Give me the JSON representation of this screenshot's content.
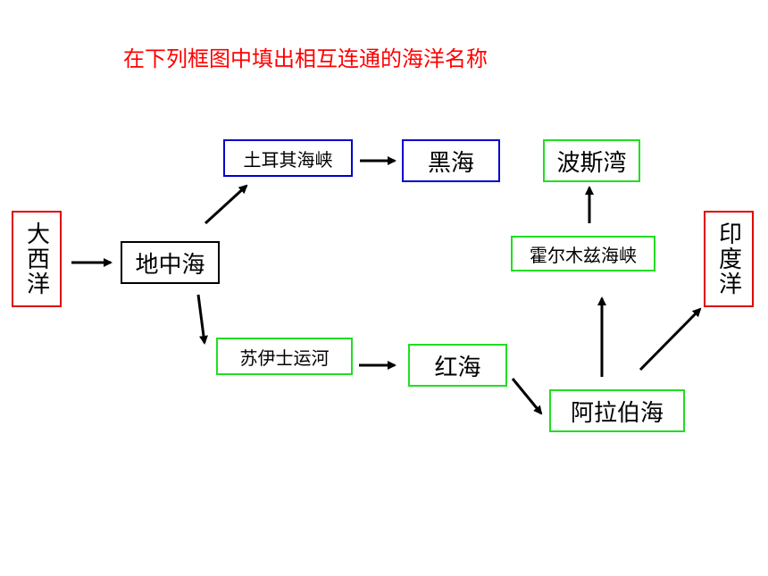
{
  "title": "在下列框图中填出相互连通的海洋名称",
  "nodes": {
    "atlantic": "大西洋",
    "mediterranean": "地中海",
    "turkish_straits": "土耳其海峡",
    "black_sea": "黑海",
    "suez_canal": "苏伊士运河",
    "red_sea": "红海",
    "arabian_sea": "阿拉伯海",
    "hormuz_strait": "霍尔木兹海峡",
    "persian_gulf": "波斯湾",
    "indian_ocean": "印度洋"
  },
  "colors": {
    "title": "#ff0000",
    "blue_border": "#0000cc",
    "green_border": "#22dd22",
    "red_border": "#e00000",
    "black_border": "#000000"
  }
}
